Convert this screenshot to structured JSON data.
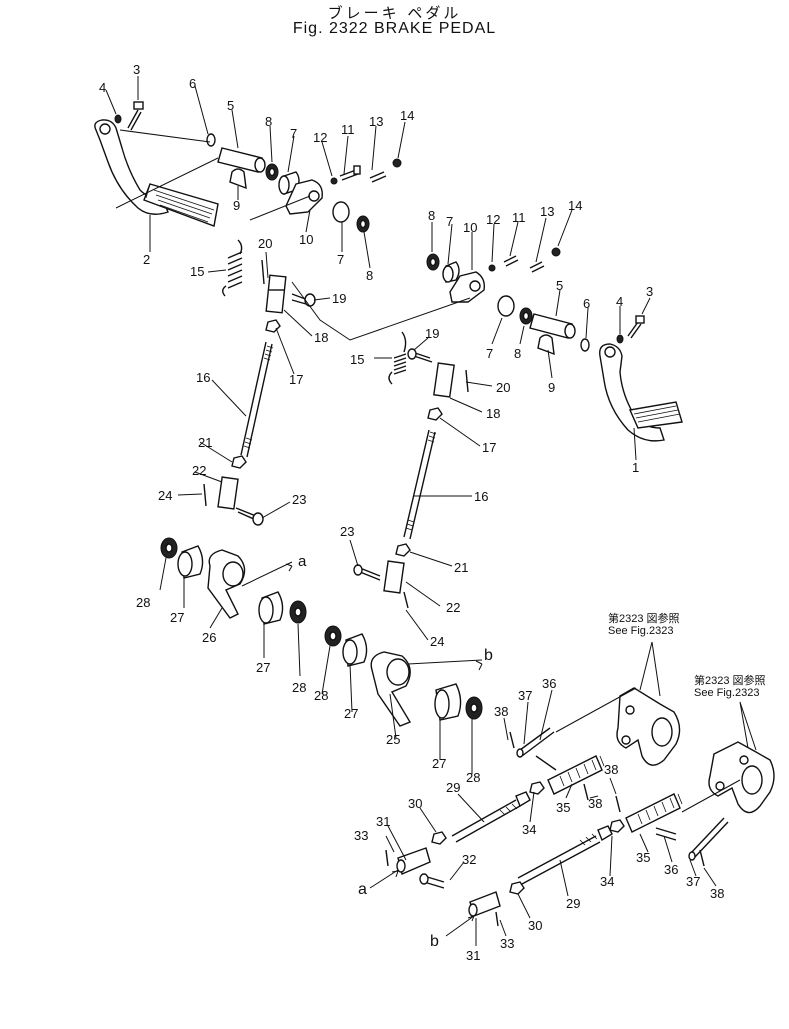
{
  "title": {
    "jp": "ブレーキ ペダル",
    "en": "Fig. 2322 BRAKE PEDAL"
  },
  "callouts": [
    {
      "text": "3"
    },
    {
      "text": "4"
    },
    {
      "text": "6"
    },
    {
      "text": "5"
    },
    {
      "text": "8"
    },
    {
      "text": "7"
    },
    {
      "text": "12"
    },
    {
      "text": "11"
    },
    {
      "text": "13"
    },
    {
      "text": "14"
    },
    {
      "text": "9"
    },
    {
      "text": "2"
    },
    {
      "text": "10"
    },
    {
      "text": "7"
    },
    {
      "text": "8"
    },
    {
      "text": "20"
    },
    {
      "text": "15"
    },
    {
      "text": "19"
    },
    {
      "text": "18"
    },
    {
      "text": "17"
    },
    {
      "text": "16"
    },
    {
      "text": "21"
    },
    {
      "text": "22"
    },
    {
      "text": "24"
    },
    {
      "text": "23"
    },
    {
      "text": "a"
    },
    {
      "text": "28"
    },
    {
      "text": "27"
    },
    {
      "text": "26"
    },
    {
      "text": "27"
    },
    {
      "text": "28"
    },
    {
      "text": "8"
    },
    {
      "text": "7"
    },
    {
      "text": "10"
    },
    {
      "text": "12"
    },
    {
      "text": "11"
    },
    {
      "text": "13"
    },
    {
      "text": "14"
    },
    {
      "text": "5"
    },
    {
      "text": "6"
    },
    {
      "text": "4"
    },
    {
      "text": "3"
    },
    {
      "text": "19"
    },
    {
      "text": "15"
    },
    {
      "text": "7"
    },
    {
      "text": "8"
    },
    {
      "text": "9"
    },
    {
      "text": "20"
    },
    {
      "text": "18"
    },
    {
      "text": "17"
    },
    {
      "text": "1"
    },
    {
      "text": "16"
    },
    {
      "text": "23"
    },
    {
      "text": "21"
    },
    {
      "text": "22"
    },
    {
      "text": "24"
    },
    {
      "text": "b"
    },
    {
      "text": "28"
    },
    {
      "text": "27"
    },
    {
      "text": "25"
    },
    {
      "text": "27"
    },
    {
      "text": "28"
    },
    {
      "text": "37"
    },
    {
      "text": "36"
    },
    {
      "text": "38"
    },
    {
      "text": "35"
    },
    {
      "text": "38"
    },
    {
      "text": "29"
    },
    {
      "text": "30"
    },
    {
      "text": "34"
    },
    {
      "text": "38"
    },
    {
      "text": "33"
    },
    {
      "text": "31"
    },
    {
      "text": "32"
    },
    {
      "text": "a"
    },
    {
      "text": "35"
    },
    {
      "text": "36"
    },
    {
      "text": "37"
    },
    {
      "text": "38"
    },
    {
      "text": "34"
    },
    {
      "text": "29"
    },
    {
      "text": "30"
    },
    {
      "text": "b"
    },
    {
      "text": "31"
    },
    {
      "text": "33"
    }
  ],
  "references": [
    {
      "jp": "第2323 図参照",
      "en": "See Fig.2323"
    },
    {
      "jp": "第2323 図参照",
      "en": "See Fig.2323"
    }
  ]
}
